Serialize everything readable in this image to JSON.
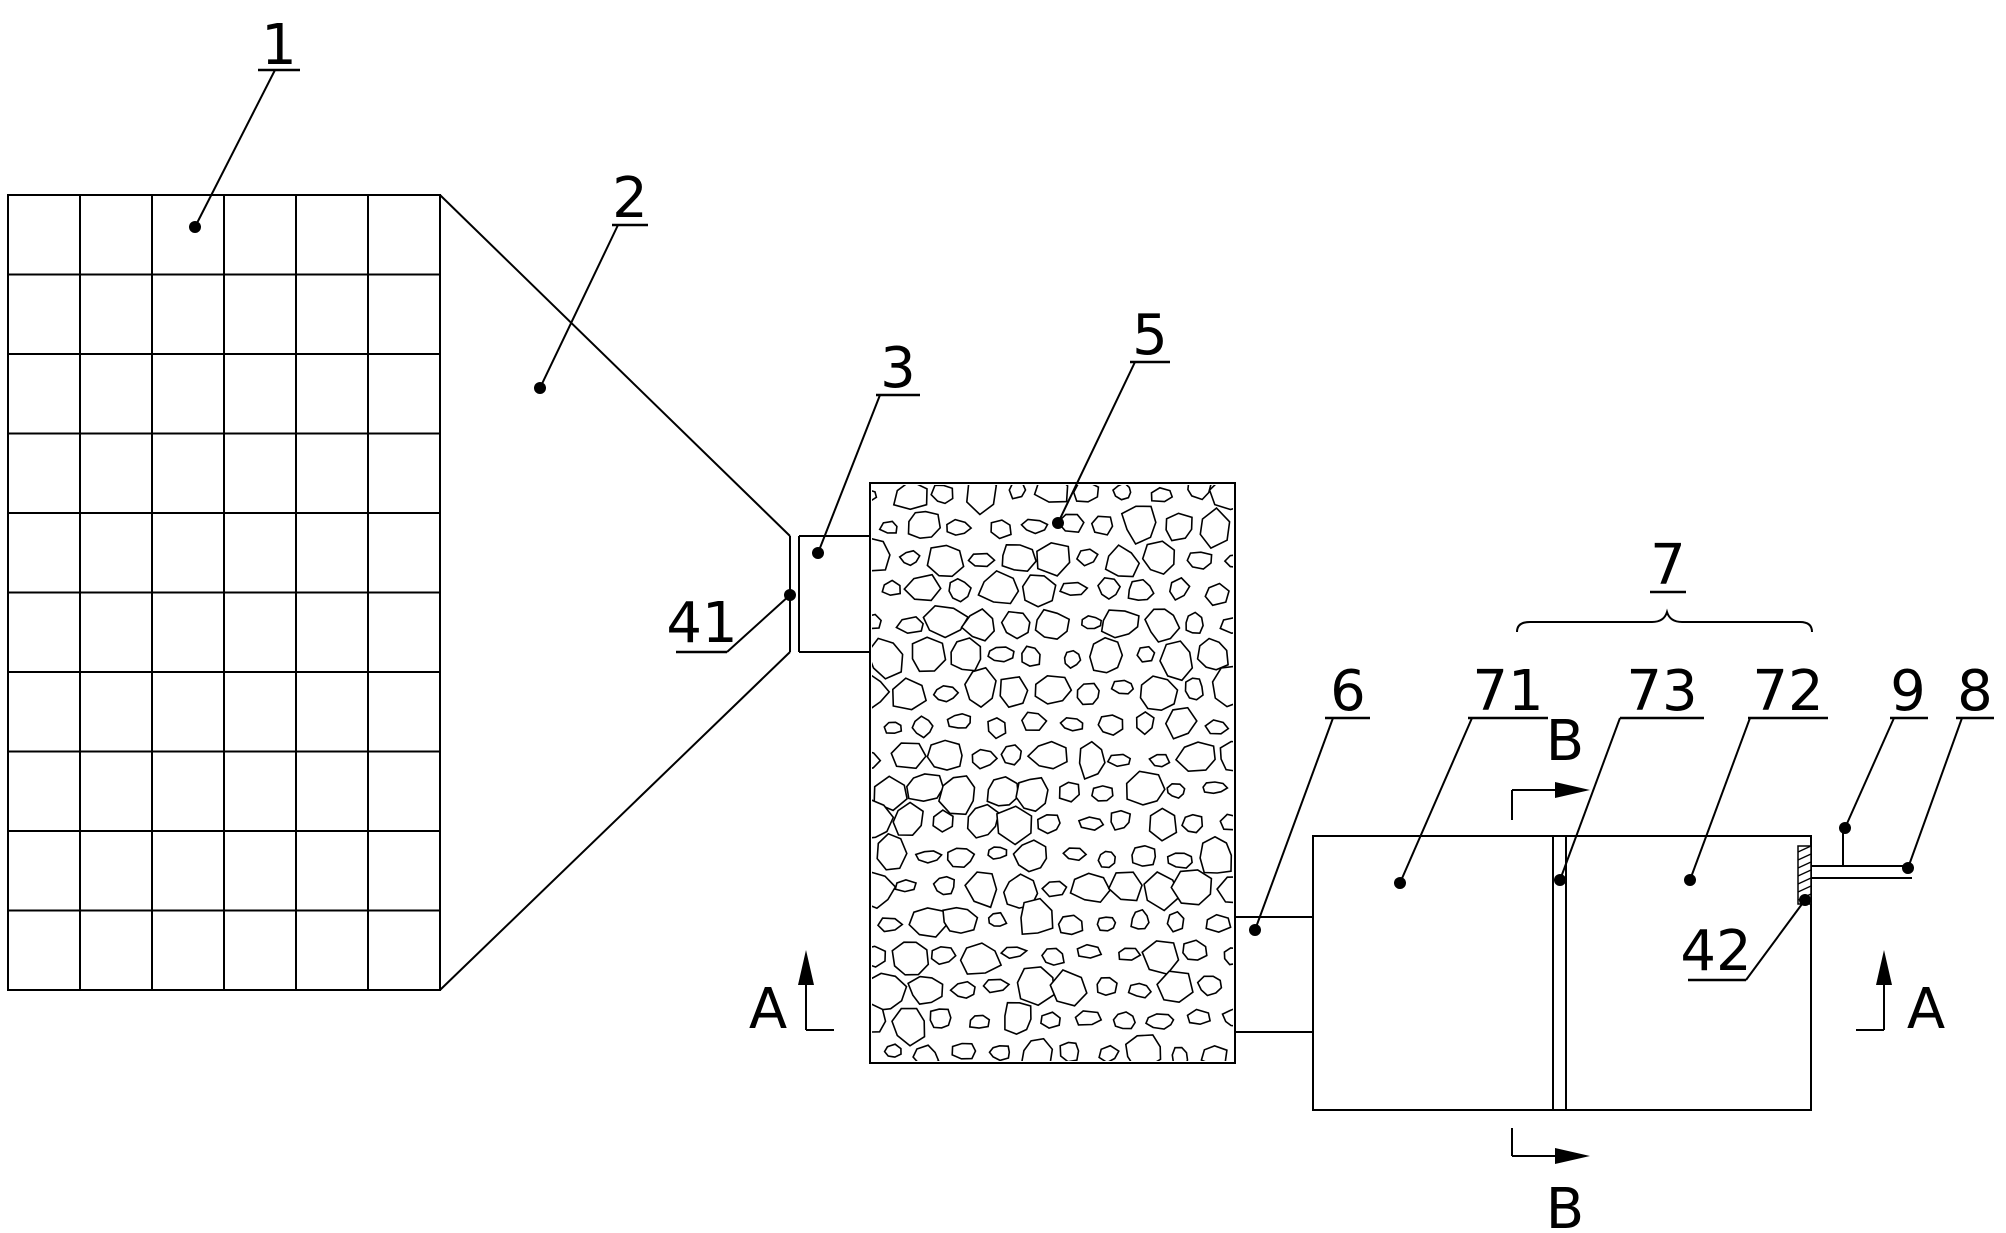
{
  "labels": {
    "grid_panel": "1",
    "funnel": "2",
    "inlet_block": "3",
    "gravel_filter": "5",
    "connector_pipe": "6",
    "tank_group": "7",
    "tank_left": "71",
    "tank_divider": "73",
    "tank_right": "72",
    "outlet_valve": "9",
    "outlet_pipe": "8",
    "screen_left": "41",
    "screen_right": "42"
  },
  "section_marks": {
    "a_left": "A",
    "a_right": "A",
    "b_top": "B",
    "b_bottom": "B"
  },
  "grid": {
    "columns": 6,
    "rows": 10
  }
}
